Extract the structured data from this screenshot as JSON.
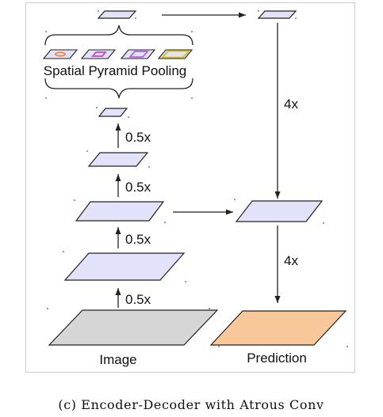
{
  "labels": {
    "spp": "Spatial Pyramid Pooling",
    "scale_1": "0.5x",
    "scale_2": "0.5x",
    "scale_3": "0.5x",
    "scale_4": "0.5x",
    "upsample_top": "4x",
    "upsample_bottom": "4x",
    "input": "Image",
    "output": "Prediction"
  },
  "caption": "(c) Encoder-Decoder with Atrous Conv",
  "colors": {
    "feature_fill": "#e2e2fa",
    "input_fill": "#d6d6d6",
    "output_fill": "#f9c89a",
    "stroke": "#222222",
    "frame": "#cccccc",
    "spp_cell_1": "#e8883a",
    "spp_cell_2": "#cc44cc",
    "spp_cell_3": "#b066dd",
    "spp_cell_4": "#d8c020"
  }
}
